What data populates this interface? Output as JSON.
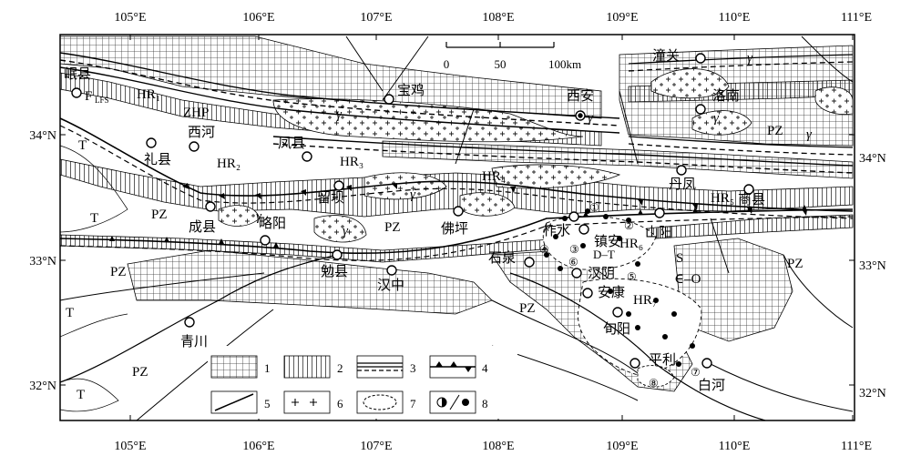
{
  "longitude_labels": [
    "105°E",
    "106°E",
    "107°E",
    "108°E",
    "109°E",
    "110°E",
    "111°E"
  ],
  "latitude_labels": [
    "34°N",
    "33°N",
    "32°N"
  ],
  "scale_bar": {
    "ticks": [
      "0",
      "50",
      "100km"
    ]
  },
  "cities": {
    "minxian": "岷县",
    "baoji": "宝鸡",
    "xian": "西安",
    "tongguan": "潼关",
    "luonan": "洛南",
    "lixian": "礼县",
    "xihe": "西河",
    "fengxian": "凤县",
    "liuba": "留坝",
    "danfeng": "丹凤",
    "shangxian": "商县",
    "chengxian": "成县",
    "lueyang": "略阳",
    "foping": "佛坪",
    "zhashui": "柞水",
    "zhenan": "镇安",
    "shanyang": "山阳",
    "mianxian": "勉县",
    "hanzhong": "汉中",
    "shiquan": "石泉",
    "hanyin": "汉阴",
    "ankang": "安康",
    "xunyang": "旬阳",
    "qingchuan": "青川",
    "pingli": "平利",
    "baihe": "白河"
  },
  "units": {
    "t": "T",
    "pz": "PZ",
    "s": "S",
    "d_t": "D–T",
    "epsilon_o": "∈–O",
    "hr1": "HR₁",
    "hr2": "HR₂",
    "hr3": "HR₃",
    "hr4": "HR₄",
    "hr5": "HR₅",
    "hr6": "HR₆",
    "hr7": "HR₇",
    "zhp": "ZHP",
    "flfs": "F",
    "flfs_sub": "LFS",
    "gamma": "γ",
    "gamma_idx": "1\n5"
  },
  "legend": {
    "items": [
      "1",
      "2",
      "3",
      "4",
      "5",
      "6",
      "7",
      "8"
    ]
  },
  "deposit_numbers": [
    "①",
    "②",
    "③",
    "④",
    "⑤",
    "⑥",
    "⑦",
    "⑧"
  ],
  "colors": {
    "ink": "#000000",
    "paper": "#ffffff",
    "hatch": "#555555"
  }
}
